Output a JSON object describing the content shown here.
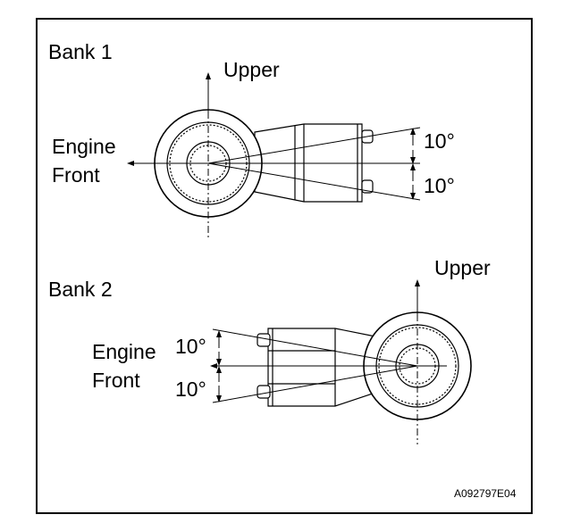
{
  "bank1": {
    "title": "Bank 1",
    "upper": "Upper",
    "engine_front_line1": "Engine",
    "engine_front_line2": "Front",
    "angle_top": "10°",
    "angle_bottom": "10°"
  },
  "bank2": {
    "title": "Bank 2",
    "upper": "Upper",
    "engine_front_line1": "Engine",
    "engine_front_line2": "Front",
    "angle_top": "10°",
    "angle_bottom": "10°"
  },
  "figure_code": "A092797E04",
  "colors": {
    "line": "#000000",
    "background": "#ffffff"
  }
}
